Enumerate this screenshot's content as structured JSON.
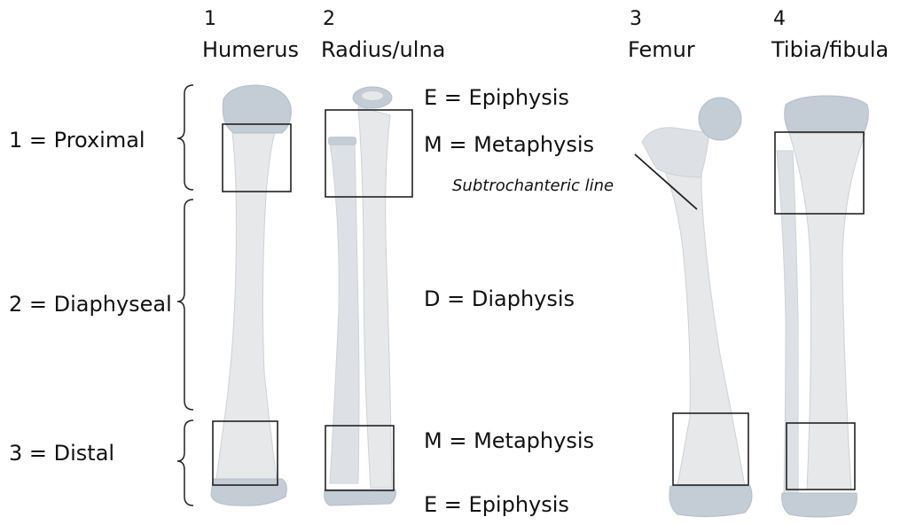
{
  "columns": [
    {
      "num": "1",
      "name": "Humerus"
    },
    {
      "num": "2",
      "name": "Radius/ulna"
    },
    {
      "num": "3",
      "name": "Femur"
    },
    {
      "num": "4",
      "name": "Tibia/fibula"
    }
  ],
  "regions": {
    "proximal": "1 = Proximal",
    "diaphyseal": "2 = Diaphyseal",
    "distal": "3 = Distal"
  },
  "segments": {
    "epiphysis_top": "E = Epiphysis",
    "metaphysis_top": "M = Metaphysis",
    "subtrochanteric": "Subtrochanteric line",
    "diaphysis": "D = Diaphysis",
    "metaphysis_bottom": "M = Metaphysis",
    "epiphysis_bottom": "E = Epiphysis"
  },
  "colors": {
    "bone": "#e6e8ea",
    "bone_shade": "#d4d8dc",
    "epiphysis": "#c4ccd5",
    "outline": "#222222"
  }
}
